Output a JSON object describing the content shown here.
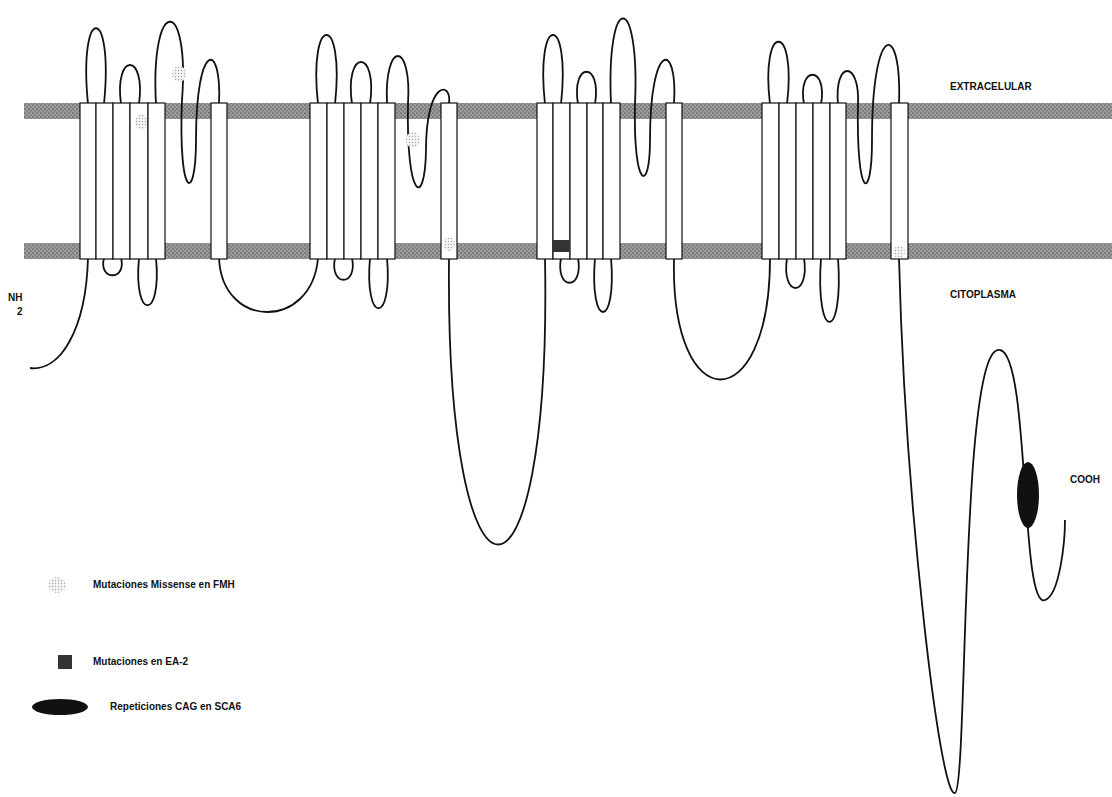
{
  "diagram": {
    "labels": [
      "EXTRACELULAR",
      "CITOPLASMA",
      "NH",
      "2",
      "COOH"
    ],
    "legend": [
      {
        "text": "Mutaciones Missense en FMH"
      },
      {
        "text": "Mutaciones en EA-2",
        "color": "#333333"
      },
      {
        "text": "Repeticiones CAG en SCA6"
      }
    ]
  }
}
